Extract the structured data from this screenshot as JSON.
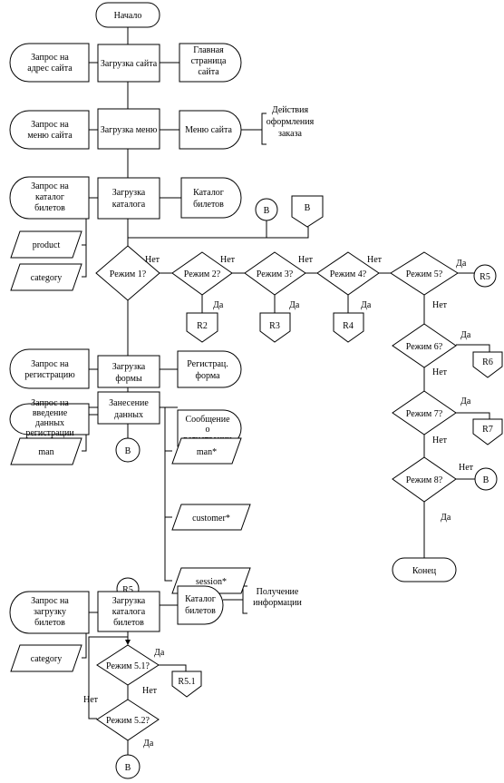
{
  "terminals": {
    "start": "Начало",
    "end": "Конец"
  },
  "rows": {
    "site": {
      "request": [
        "Запрос на",
        "адрес сайта"
      ],
      "process": "Загрузка сайта",
      "display": [
        "Главная",
        "страница",
        "сайта"
      ]
    },
    "menu": {
      "request": [
        "Запрос на",
        "меню сайта"
      ],
      "process": "Загрузка меню",
      "display": "Меню сайта",
      "note": [
        "Действия",
        "оформления",
        "заказа"
      ]
    },
    "catalog": {
      "request": [
        "Запрос на",
        "каталог",
        "билетов"
      ],
      "process": [
        "Загрузка",
        "каталога"
      ],
      "display": [
        "Каталог",
        "билетов"
      ],
      "data": [
        "product",
        "category"
      ]
    },
    "form": {
      "request": [
        "Запрос на",
        "регистрацию"
      ],
      "process": [
        "Загрузка",
        "формы"
      ],
      "display": [
        "Регистрац.",
        "форма"
      ]
    },
    "entry": {
      "request": [
        "Запрос на",
        "введение",
        "данных",
        "регистрации"
      ],
      "process": [
        "Занесение",
        "данных"
      ],
      "display": [
        "Сообщение",
        "о",
        "регистрации"
      ],
      "data": [
        "man",
        "man*",
        "customer*",
        "session*"
      ]
    },
    "tickets": {
      "request": [
        "Запрос на",
        "загрузку",
        "билетов"
      ],
      "process": [
        "Загрузка",
        "каталога",
        "билетов"
      ],
      "display": [
        "Каталог",
        "билетов"
      ],
      "note": [
        "Получение",
        "информации"
      ],
      "data": [
        "category"
      ]
    }
  },
  "decisions": {
    "mode1": "Режим 1?",
    "mode2": "Режим 2?",
    "mode3": "Режим 3?",
    "mode4": "Режим 4?",
    "mode5": "Режим 5?",
    "mode6": "Режим 6?",
    "mode7": "Режим 7?",
    "mode8": "Режим 8?",
    "mode51": "Режим 5.1?",
    "mode52": "Режим 5.2?"
  },
  "connectors": {
    "B": "B",
    "R2": "R2",
    "R3": "R3",
    "R4": "R4",
    "R5": "R5",
    "R6": "R6",
    "R7": "R7",
    "R51": "R5.1"
  },
  "branch_labels": {
    "yes": "Да",
    "no": "Нет"
  }
}
